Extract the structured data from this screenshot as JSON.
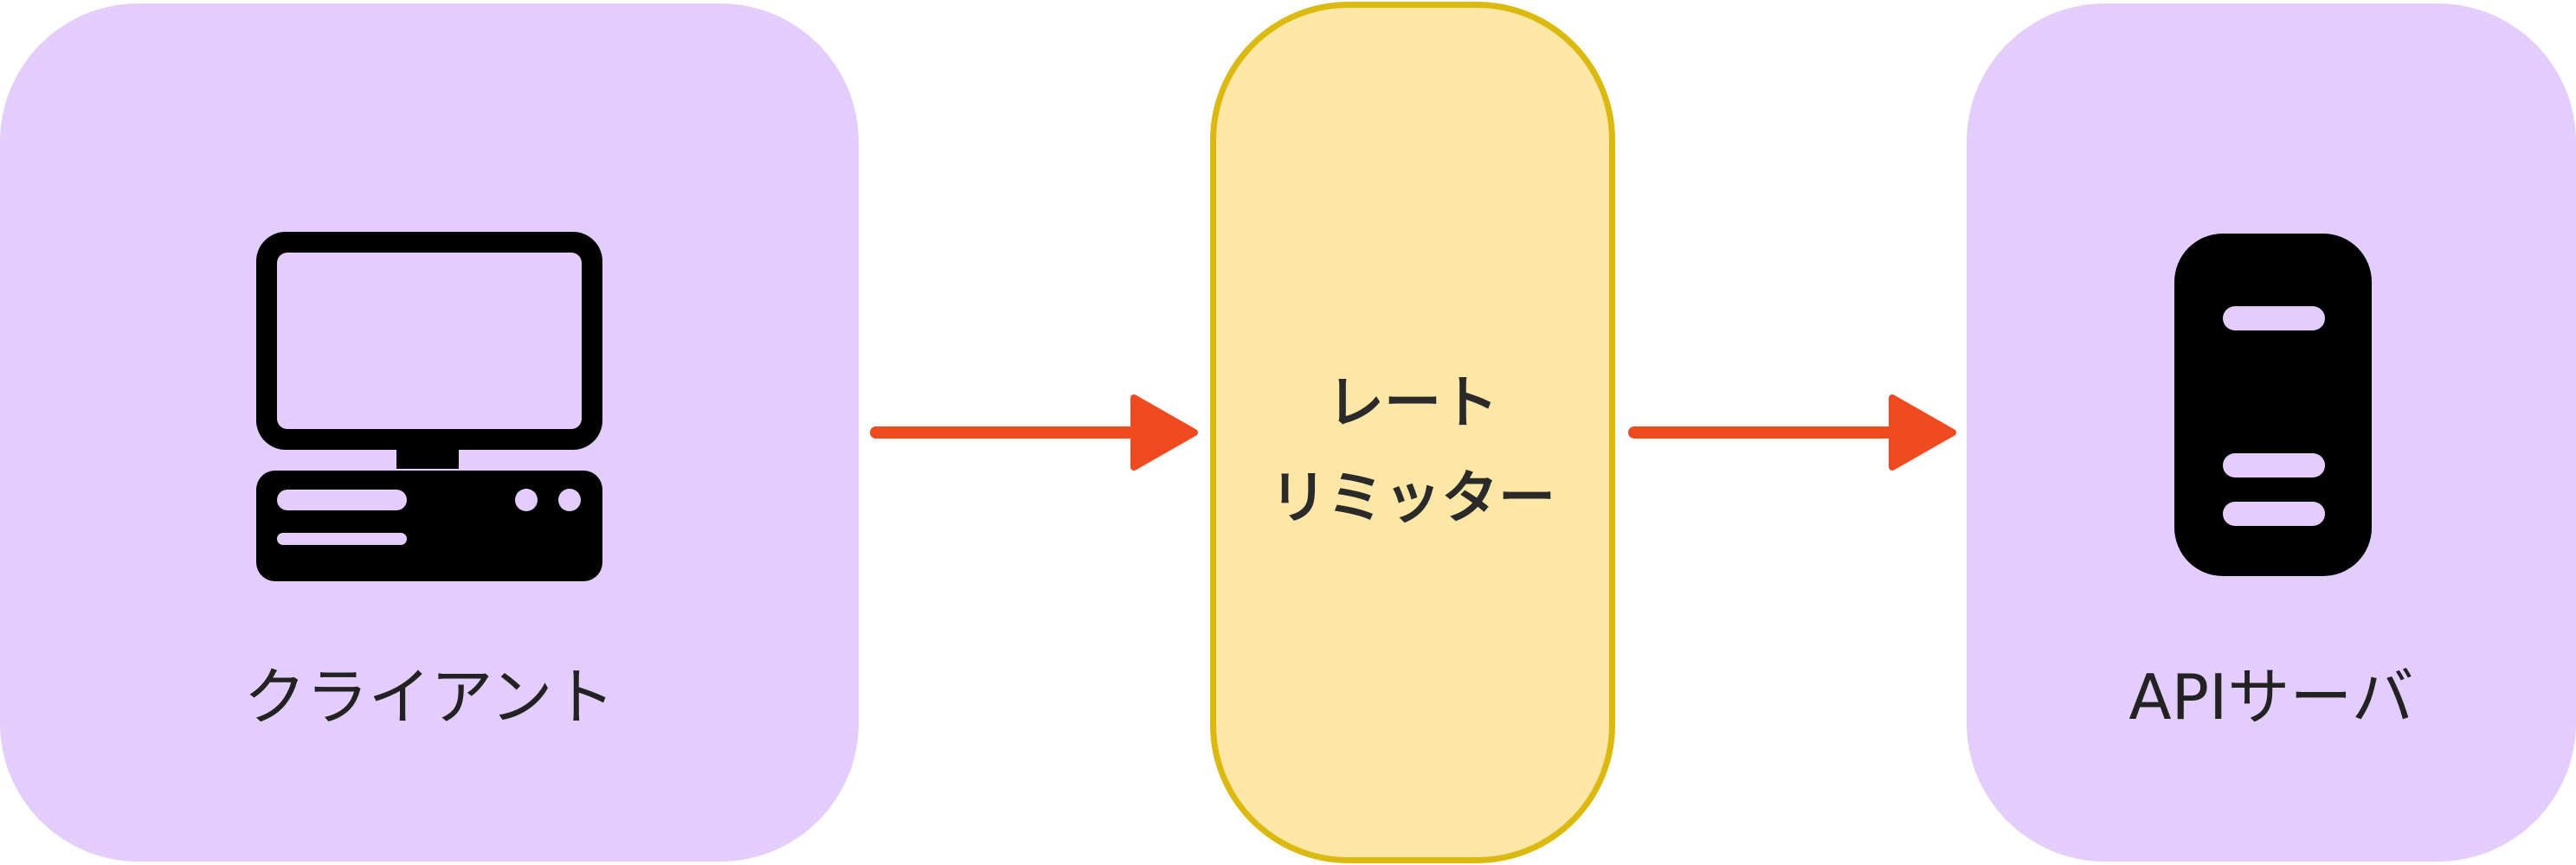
{
  "nodes": {
    "client": {
      "label": "クライアント",
      "icon": "desktop-computer-icon"
    },
    "rate_limiter": {
      "lines": [
        "レート",
        "リミッター"
      ]
    },
    "api_server": {
      "label": "APIサーバ",
      "icon": "server-icon"
    }
  },
  "edges": [
    {
      "from": "クライアント",
      "to": "レート リミッター"
    },
    {
      "from": "レート リミッター",
      "to": "APIサーバ"
    }
  ],
  "colors": {
    "node_fill": "#e3cdfd",
    "limiter_fill": "#fde7a6",
    "limiter_border": "#dcb90f",
    "arrow": "#f04a22",
    "icon": "#000000"
  }
}
